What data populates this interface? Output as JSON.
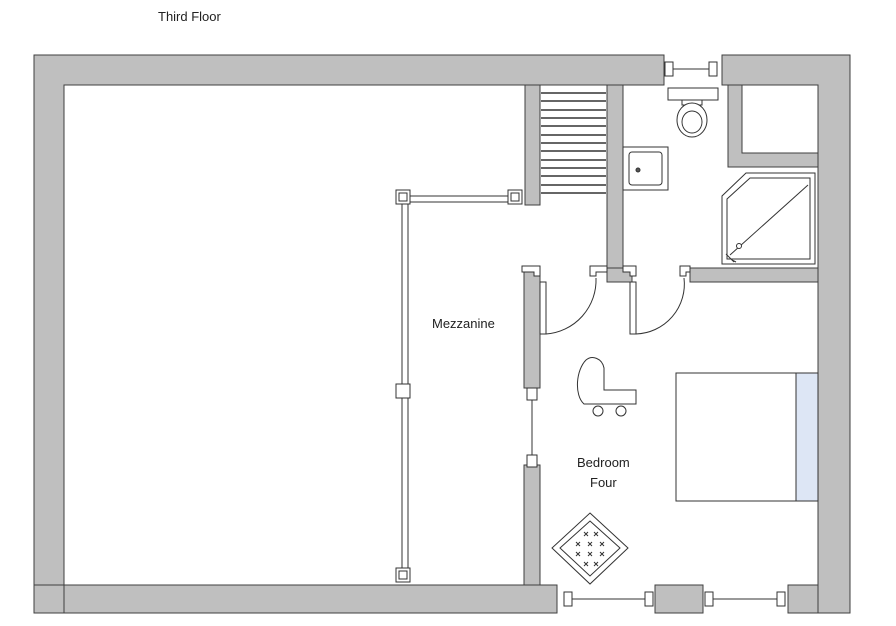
{
  "plan": {
    "title": "Third Floor",
    "rooms": {
      "mezzanine": "Mezzanine",
      "bedroom_line1": "Bedroom",
      "bedroom_line2": "Four"
    }
  },
  "colors": {
    "wall": "#bfbfbf",
    "wall_stroke": "#3f3f3f",
    "pillow": "#dde6f5",
    "line": "#333333"
  }
}
